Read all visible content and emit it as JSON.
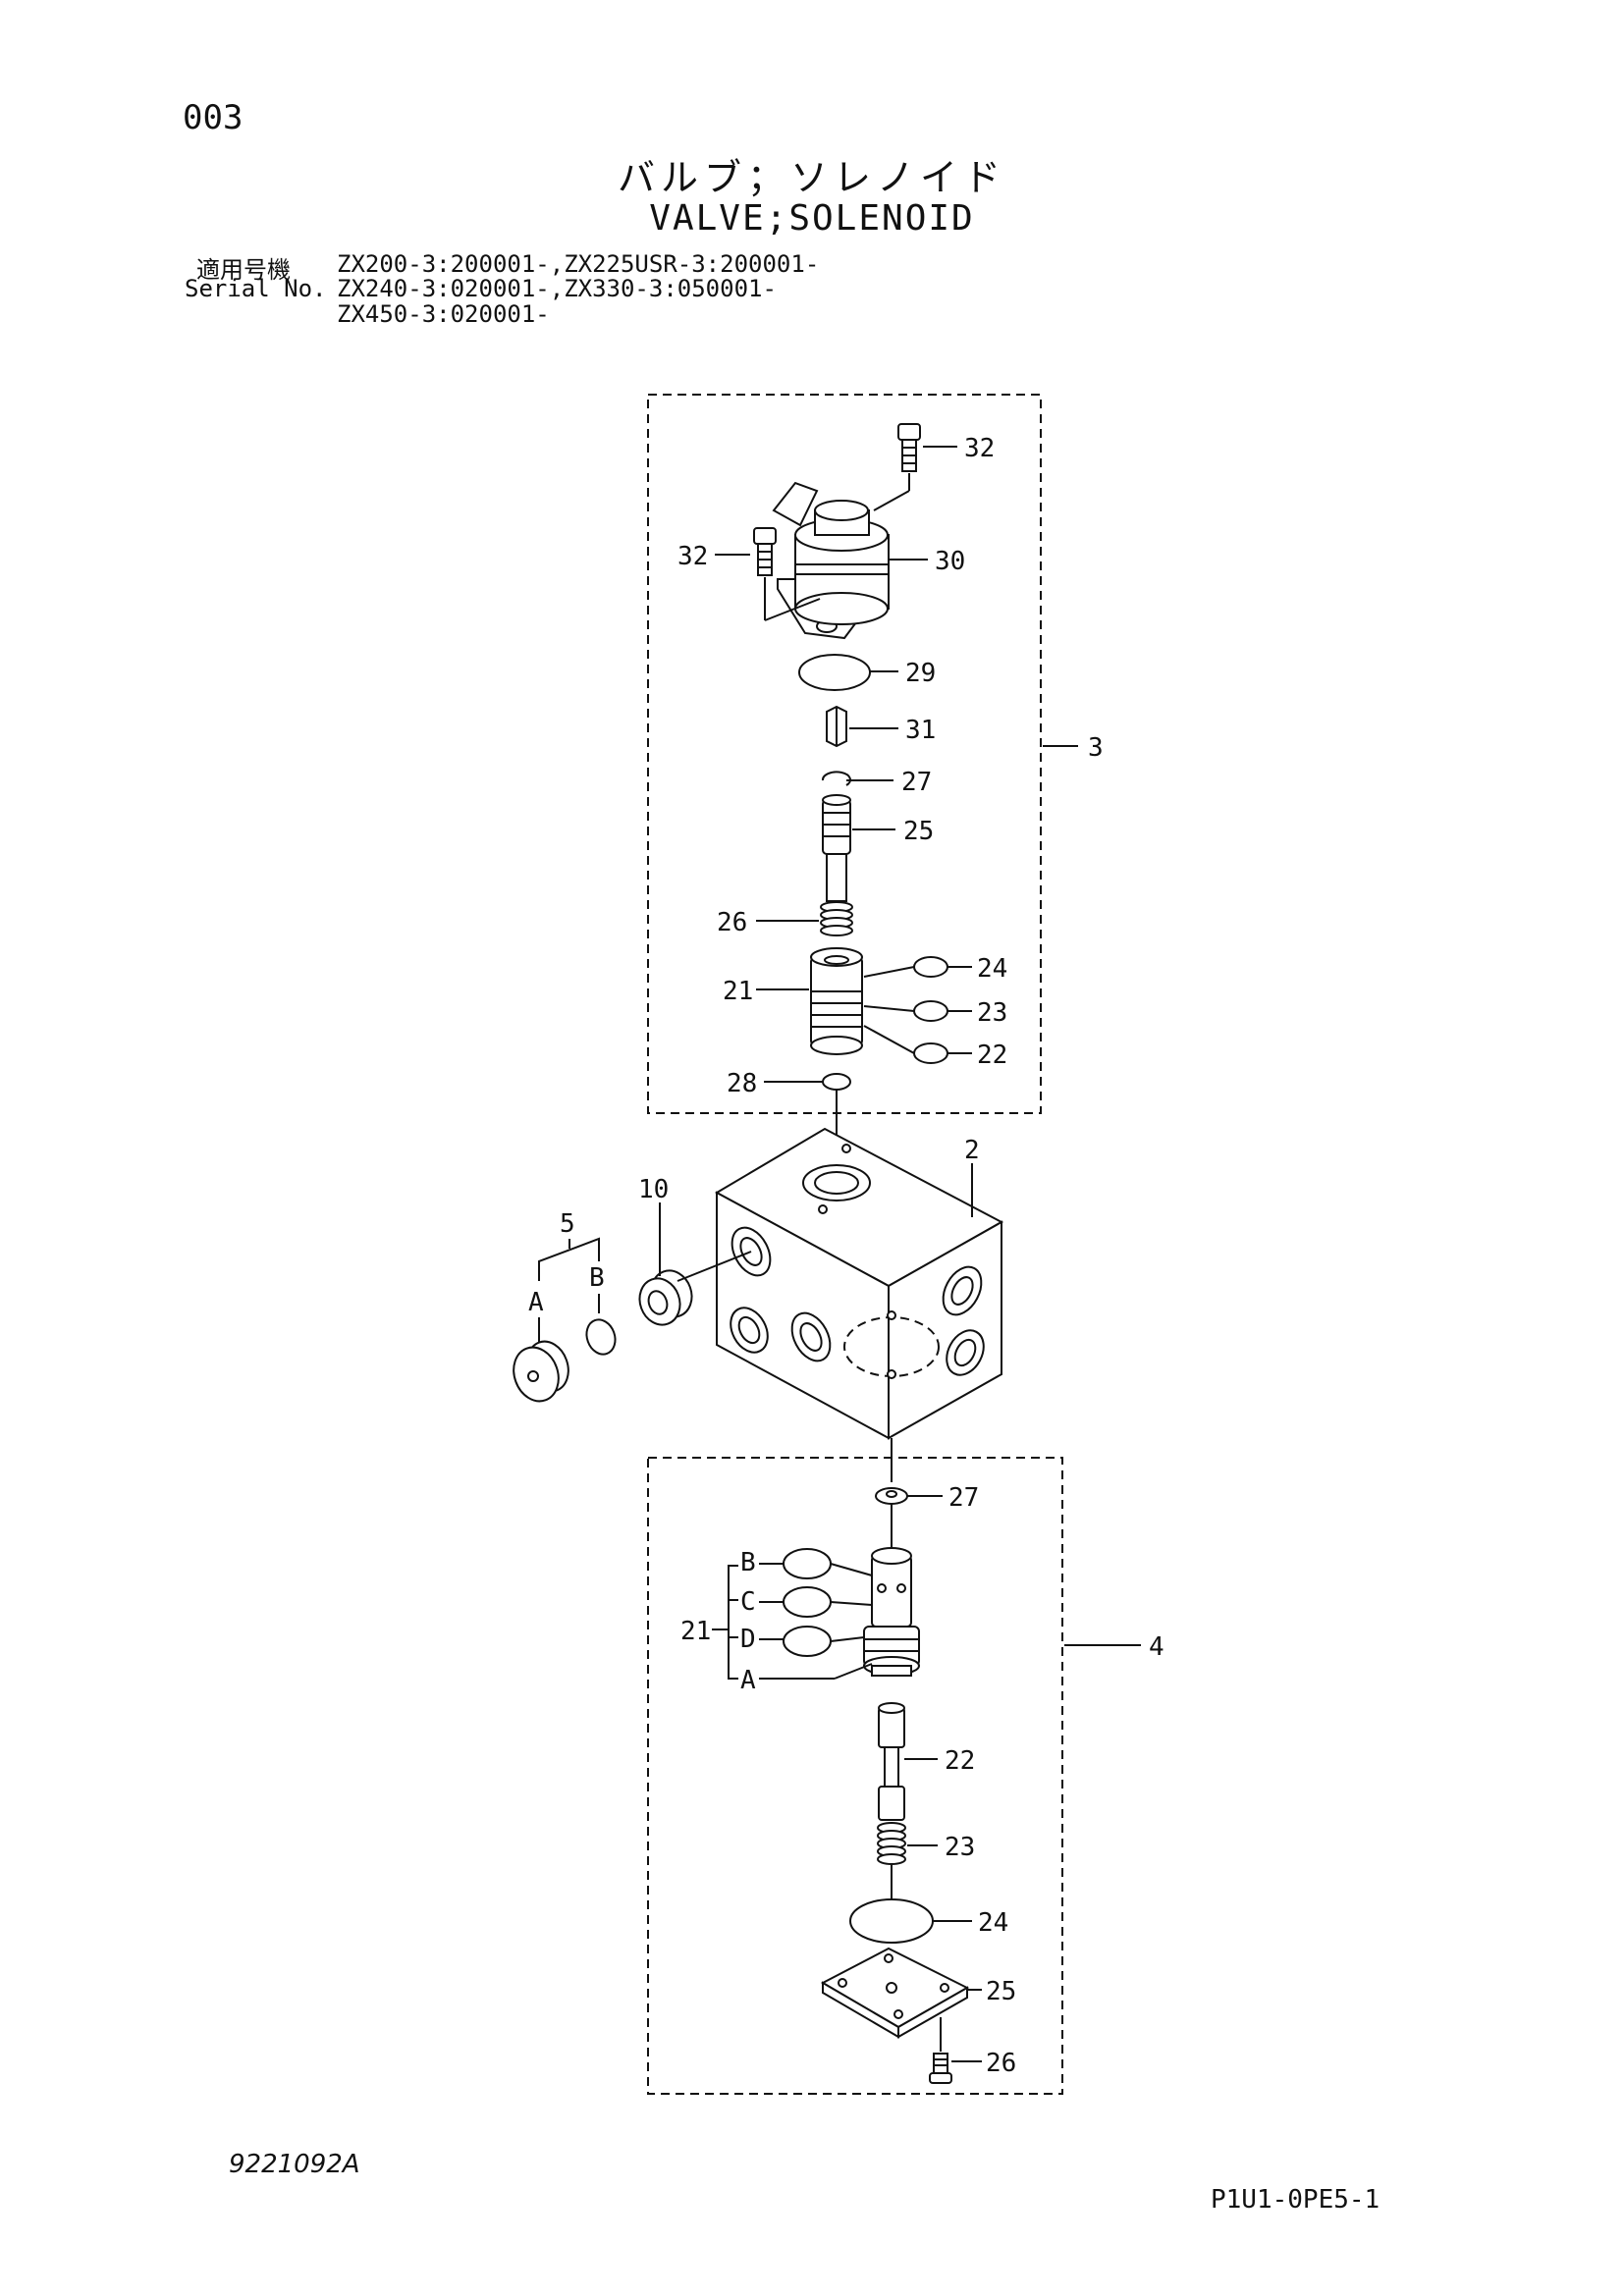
{
  "header": {
    "page_no": "003",
    "title_jp": "バルブ；ソレノイド",
    "title_en": "VALVE;SOLENOID",
    "serial_label_jp": "適用号機",
    "serial_label_en": "Serial No.",
    "serial_lines": [
      "ZX200-3:200001-,ZX225USR-3:200001-",
      "ZX240-3:020001-,ZX330-3:050001-",
      "ZX450-3:020001-"
    ]
  },
  "callouts": {
    "top_32a": "32",
    "top_32b": "32",
    "top_30": "30",
    "top_29": "29",
    "top_31": "31",
    "top_27": "27",
    "top_25": "25",
    "top_26": "26",
    "top_21": "21",
    "top_24": "24",
    "top_23": "23",
    "top_22": "22",
    "top_28": "28",
    "assy_3": "3",
    "body_2": "2",
    "plug_10": "10",
    "plug_5": "5",
    "sub_A": "A",
    "sub_B": "B",
    "bot_27": "27",
    "bot_21": "21",
    "bot_B": "B",
    "bot_C": "C",
    "bot_D": "D",
    "bot_A": "A",
    "bot_22": "22",
    "bot_23": "23",
    "bot_24": "24",
    "bot_25": "25",
    "bot_26": "26",
    "assy_4": "4"
  },
  "footer": {
    "figure_no": "9221092A",
    "page_code": "P1U1-0PE5-1"
  }
}
